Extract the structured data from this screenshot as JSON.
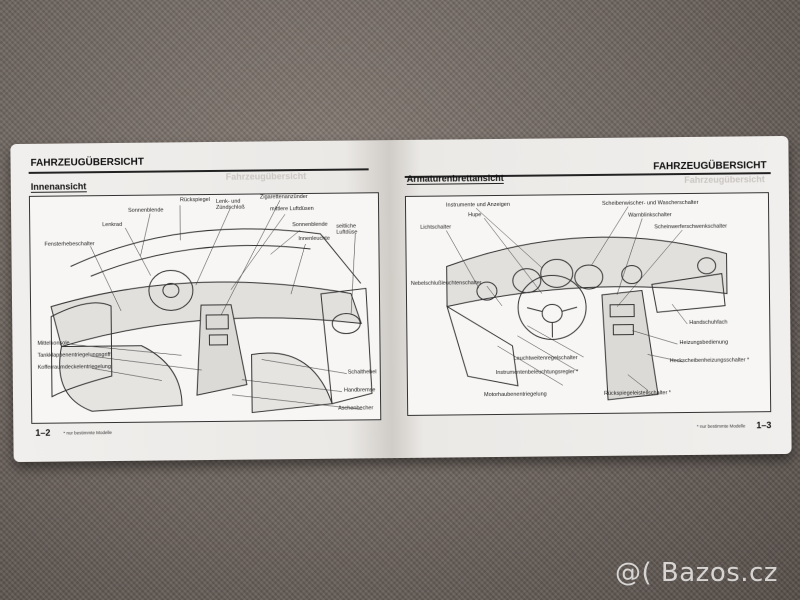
{
  "left_page": {
    "header": "FAHRZEUGÜBERSICHT",
    "section_title": "Innenansicht",
    "ghost_heading": "Fahrzeugübersicht",
    "labels": [
      "Rückspiegel",
      "Sonnenblende",
      "Lenkrad",
      "Fensterhebeschalter",
      "Lenk- und Zündschloß",
      "Zigarettenanzünder",
      "mittlere Luftdüsen",
      "Sonnenblende",
      "Innenleuchte",
      "seitliche Luftdüse",
      "Mittelkonsole",
      "Tankklappenentriegelungsgriff",
      "Kofferraumdeckelentriegelung",
      "Schalthebel",
      "Handbremse",
      "Aschenbecher"
    ],
    "page_number": "1–2",
    "footnote": "* nur bestimmte Modelle"
  },
  "right_page": {
    "header": "FAHRZEUGÜBERSICHT",
    "section_title": "Armaturenbrettansicht",
    "ghost_heading": "Fahrzeugübersicht",
    "labels": [
      "Instrumente und Anzeigen",
      "Hupe",
      "Lichtschalter",
      "Scheibenwischer- und Wascherschalter",
      "Warnblinkschalter",
      "Scheinwerferschwenkschalter",
      "Nebelschlußleuchtenschalter",
      "Handschuhfach",
      "Heizungsbedienung",
      "Heckscheibenheizungsschalter *",
      "Rückspiegeleistellschalter *",
      "Leuchtweitenregelschalter",
      "Instrumentenbeleuchtungsregler *",
      "Motorhaubenentriegelung"
    ],
    "page_number": "1–3",
    "footnote": "* nur bestimmte Modelle"
  },
  "watermark": "@( Bazos.cz"
}
